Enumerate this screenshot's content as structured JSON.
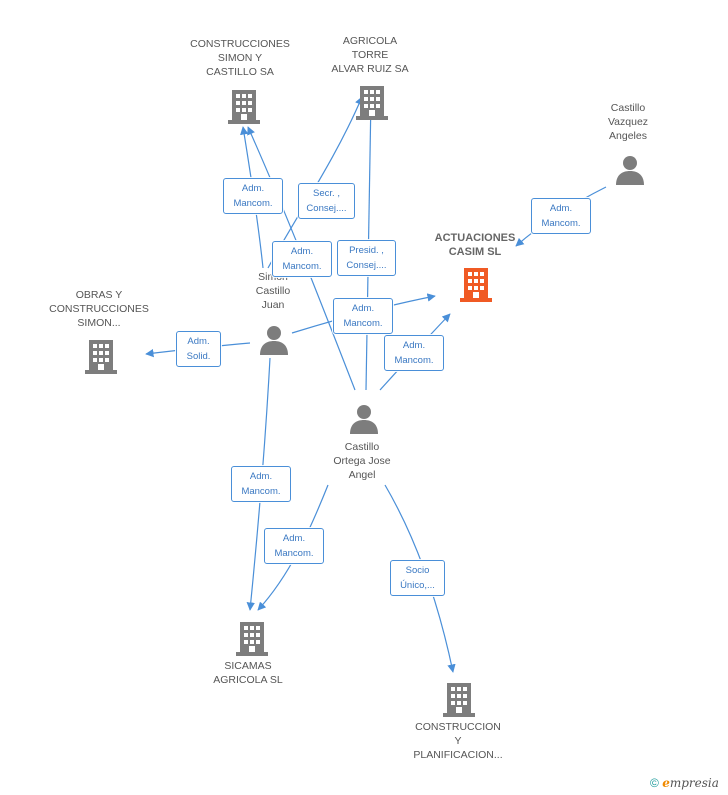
{
  "colors": {
    "edge": "#4a8fd8",
    "person": "#7d7d7d",
    "company": "#7d7d7d",
    "main_company": "#f05a24"
  },
  "nodes": {
    "construcciones_simon": {
      "label": "CONSTRUCCIONES\nSIMON Y\nCASTILLO SA",
      "icon": "building-icon"
    },
    "agricola_torre": {
      "label": "AGRICOLA\nTORRE\nALVAR RUIZ SA",
      "icon": "building-icon"
    },
    "castillo_vazquez": {
      "label": "Castillo\nVazquez\nAngeles",
      "icon": "person-icon"
    },
    "actuaciones_casim": {
      "label": "ACTUACIONES\nCASIM SL",
      "icon": "building-icon"
    },
    "simon_castillo": {
      "label": "Simon\nCastillo\nJuan",
      "icon": "person-icon"
    },
    "obras_construcciones": {
      "label": "OBRAS Y\nCONSTRUCCIONES\nSIMON...",
      "icon": "building-icon"
    },
    "castillo_ortega": {
      "label": "Castillo\nOrtega Jose\nAngel",
      "icon": "person-icon"
    },
    "sicamas": {
      "label": "SICAMAS\nAGRICOLA SL",
      "icon": "building-icon"
    },
    "construccion_planificacion": {
      "label": "CONSTRUCCION\nY\nPLANIFICACION...",
      "icon": "building-icon"
    }
  },
  "relations": {
    "r1": "Adm.\nMancom.",
    "r2": "Secr. ,\nConsej....",
    "r3": "Adm.\nMancom.",
    "r4": "Presid. ,\nConsej....",
    "r5": "Adm.\nMancom.",
    "r6": "Adm.\nMancom.",
    "r7": "Adm.\nSolid.",
    "r8": "Adm.\nMancom.",
    "r9": "Adm.\nMancom.",
    "r10": "Adm.\nMancom.",
    "r11": "Socio\nÚnico,..."
  },
  "footer": {
    "copyright": "©",
    "brand_initial": "e",
    "brand_rest": "mpresia"
  }
}
